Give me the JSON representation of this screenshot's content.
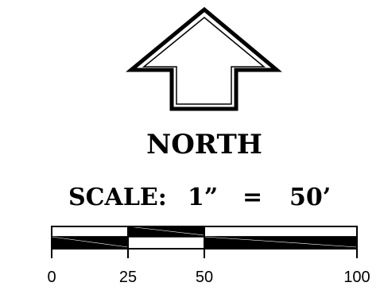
{
  "north_label": "NORTH",
  "scale": {
    "prefix": "SCALE:",
    "inches": "1”",
    "equals": "=",
    "feet": "50’"
  },
  "scale_bar": {
    "ticks": [
      {
        "value": 0,
        "label": "0"
      },
      {
        "value": 25,
        "label": "25"
      },
      {
        "value": 50,
        "label": "50"
      },
      {
        "value": 100,
        "label": "100"
      }
    ],
    "max": 100
  },
  "colors": {
    "ink": "#000000",
    "paper": "#ffffff"
  }
}
